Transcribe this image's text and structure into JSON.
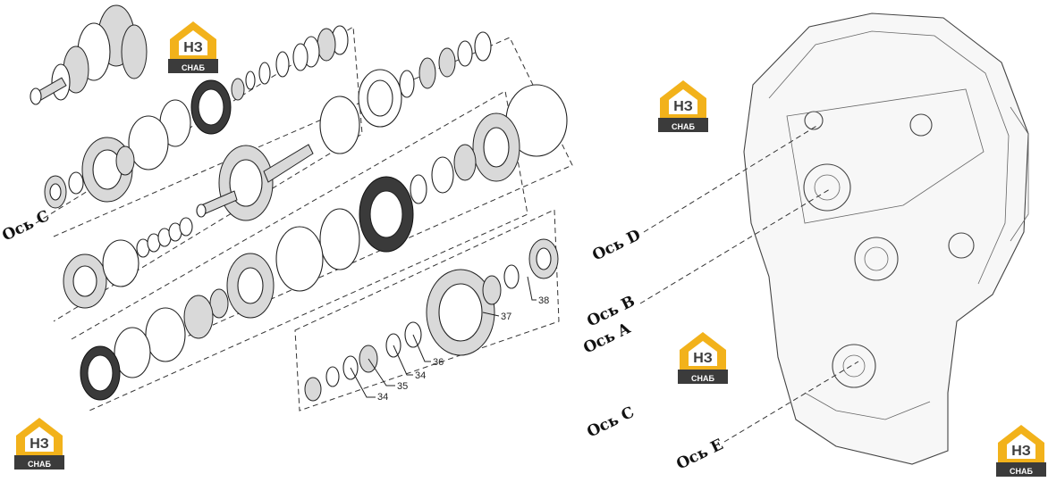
{
  "axis_labels": {
    "left_c": "Ось C",
    "right_d": "Ось D",
    "right_b": "Ось B",
    "right_a": "Ось A",
    "right_c": "Ось C",
    "right_e": "Ось E"
  },
  "callouts": {
    "n34a": "34",
    "n35": "35",
    "n34b": "34",
    "n36": "36",
    "n37": "37",
    "n38": "38"
  },
  "logo": {
    "top_text": "НЗ",
    "bottom_text": "СНАБ",
    "colors": {
      "yellow": "#f2b21b",
      "dark": "#3b3b3b"
    }
  }
}
